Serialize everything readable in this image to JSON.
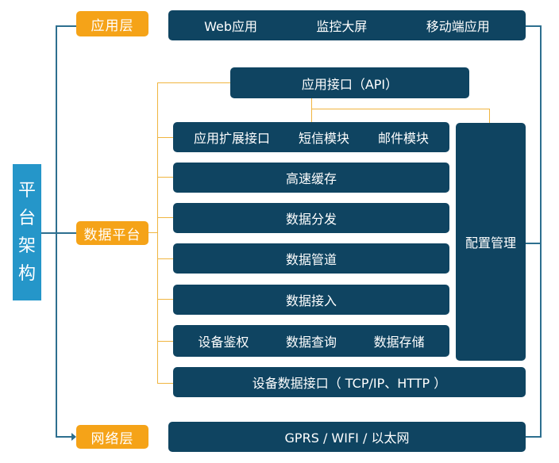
{
  "architecture_title": [
    "平",
    "台",
    "架",
    "构"
  ],
  "layers": {
    "application": {
      "tag": "应用层",
      "items": [
        "Web应用",
        "监控大屏",
        "移动端应用"
      ]
    },
    "data_platform": {
      "tag": "数据平台",
      "api": "应用接口（API）",
      "row_modules": [
        "应用扩展接口",
        "短信模块",
        "邮件模块"
      ],
      "high_speed_cache": "高速缓存",
      "data_distribution": "数据分发",
      "data_pipeline": "数据管道",
      "data_access": "数据接入",
      "row_storage": [
        "设备鉴权",
        "数据查询",
        "数据存储"
      ],
      "device_interface": "设备数据接口（ TCP/IP、HTTP ）",
      "config_management": "配置管理"
    },
    "network": {
      "tag": "网络层",
      "protocols": "GPRS / WIFI / 以太网"
    }
  },
  "colors": {
    "box_fill": "#0f4461",
    "tag_fill": "#f5a318",
    "title_fill": "#2596c9",
    "main_connector": "#2d6f8f",
    "inner_connector": "#f0b540"
  }
}
